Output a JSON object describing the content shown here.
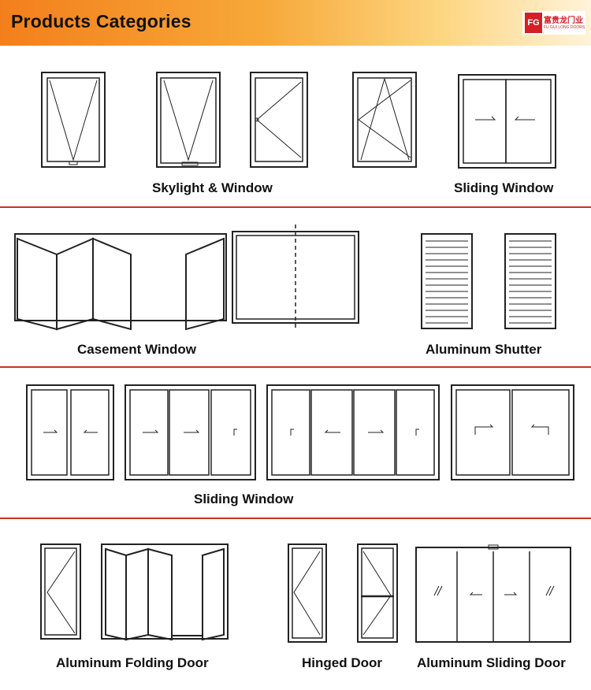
{
  "header": {
    "title": "Products Categories",
    "logo_mark": "FG",
    "logo_text": "富贵龙门业",
    "logo_subtext": "FU GUI LONG DOORS"
  },
  "sections": [
    {
      "captions": [
        "Skylight & Window",
        "Sliding Window"
      ]
    },
    {
      "captions": [
        "Casement Window",
        "Aluminum Shutter"
      ]
    },
    {
      "captions": [
        "Sliding Window"
      ]
    },
    {
      "captions": [
        "Aluminum Folding Door",
        "Hinged Door",
        "Aluminum Sliding Door"
      ]
    }
  ],
  "colors": {
    "header_start": "#f37f1c",
    "header_end": "#fff3d9",
    "divider": "#c8341f",
    "line_art": "#222222"
  }
}
